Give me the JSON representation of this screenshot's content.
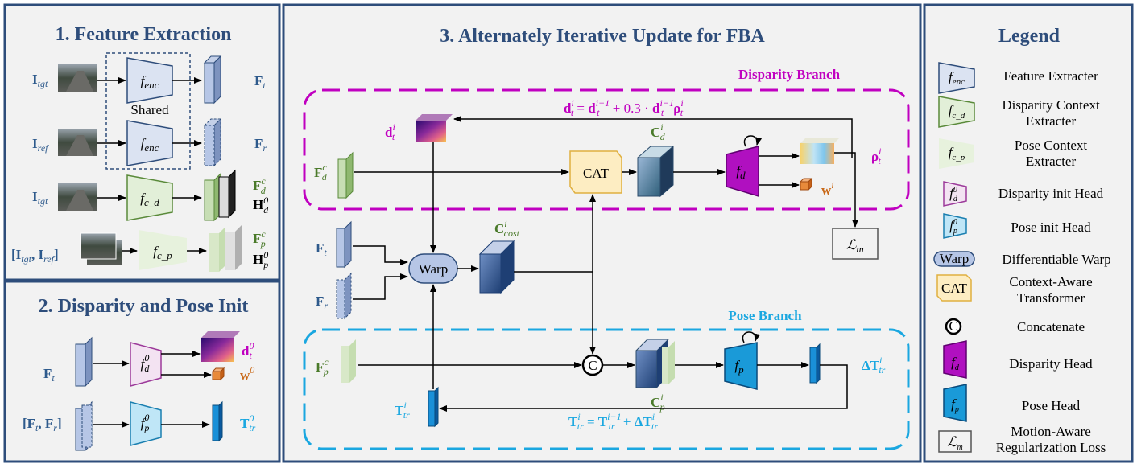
{
  "panels": {
    "feature_extraction": {
      "title": "1. Feature Extraction"
    },
    "pose_init": {
      "title": "2. Disparity and Pose Init"
    },
    "update": {
      "title": "3. Alternately Iterative Update for FBA"
    },
    "legend": {
      "title": "Legend"
    }
  },
  "feature_extraction": {
    "input_tgt": "I",
    "input_tgt_sub": "tgt",
    "input_ref": "I",
    "input_ref_sub": "ref",
    "input_pair": "[I",
    "input_pair_sub1": "tgt",
    "input_pair_mid": ", I",
    "input_pair_sub2": "ref",
    "input_pair_end": "]",
    "shared_label": "Shared",
    "f_enc": "f",
    "f_enc_sub": "enc",
    "f_cd": "f",
    "f_cd_sub": "c_d",
    "f_cp": "f",
    "f_cp_sub": "c_p",
    "out_Ft": "F",
    "out_Ft_sub": "t",
    "out_Fr": "F",
    "out_Fr_sub": "r",
    "out_Fdc": "F",
    "out_Fdc_sup": "c",
    "out_Fdc_sub": "d",
    "out_Hd0": "H",
    "out_Hd0_sup": "0",
    "out_Hd0_sub": "d",
    "out_Fpc": "F",
    "out_Fpc_sup": "c",
    "out_Fpc_sub": "p",
    "out_Hp0": "H",
    "out_Hp0_sup": "0",
    "out_Hp0_sub": "p"
  },
  "pose_init": {
    "in_Ft": "F",
    "in_Ft_sub": "t",
    "in_pair": "[F",
    "in_pair_sub1": "t",
    "in_pair_mid": ", F",
    "in_pair_sub2": "r",
    "in_pair_end": "]",
    "fd0": "f",
    "fd0_sup": "0",
    "fd0_sub": "d",
    "fp0": "f",
    "fp0_sup": "0",
    "fp0_sub": "p",
    "out_d0": "d",
    "out_d0_sup": "0",
    "out_d0_sub": "t",
    "out_w0": "w",
    "out_w0_sup": "0",
    "out_T0": "T",
    "out_T0_sup": "0",
    "out_T0_sub": "tr"
  },
  "update": {
    "disparity_branch": "Disparity Branch",
    "pose_branch": "Pose Branch",
    "disp_formula": "d",
    "disp_formula_full": "= d",
    "disp_formula_tail": "+ 0.3 · d",
    "pose_formula": "T",
    "cat_label": "CAT",
    "warp_label": "Warp",
    "concat_label": "C",
    "loss_label": "ℒ",
    "loss_sub": "m",
    "sym_dti": "d",
    "sym_Fdc": "F",
    "sym_Cd": "C",
    "sym_rho": "ρ",
    "sym_w": "w",
    "sym_Ft": "F",
    "sym_Fr": "F",
    "sym_Ccost": "C",
    "sym_Ccost_sub": "cost",
    "sym_Fpc": "F",
    "sym_Cp": "C",
    "sym_Ttr": "T",
    "sym_dT": "ΔT",
    "fd": "f",
    "fd_sub": "d",
    "fp": "f",
    "fp_sub": "p"
  },
  "legend": {
    "items": [
      {
        "symbol": "f_enc",
        "label": "Feature Extracter"
      },
      {
        "symbol": "f_c_d",
        "label": "Disparity Context Extracter"
      },
      {
        "symbol": "f_c_p",
        "label": "Pose Context Extracter"
      },
      {
        "symbol": "f_d^0",
        "label": "Disparity init Head"
      },
      {
        "symbol": "f_p^0",
        "label": "Pose init Head"
      },
      {
        "symbol": "Warp",
        "label": "Differentiable Warp"
      },
      {
        "symbol": "CAT",
        "label": "Context-Aware Transformer"
      },
      {
        "symbol": "C",
        "label": "Concatenate"
      },
      {
        "symbol": "f_d",
        "label": "Disparity Head"
      },
      {
        "symbol": "f_p",
        "label": "Pose Head"
      },
      {
        "symbol": "L_m",
        "label": "Motion-Aware Regularization Loss"
      }
    ],
    "line1": [
      "Feature Extracter",
      "Disparity Context",
      "Pose Context",
      "Disparity init Head",
      "Pose init Head",
      "Differentiable Warp",
      "Context-Aware",
      "Concatenate",
      "Disparity Head",
      "Pose Head",
      "Motion-Aware"
    ],
    "line2": [
      "",
      "Extracter",
      "Extracter",
      "",
      "",
      "",
      "Transformer",
      "",
      "",
      "",
      "Regularization Loss"
    ],
    "warp_sym": "Warp",
    "cat_sym": "CAT",
    "concat_sym": "C"
  },
  "colors": {
    "frame": "#2e4d7b",
    "panel_bg": "#f2f2f2",
    "disparity": "#c000c0",
    "pose": "#1aa7e0",
    "enc_fill": "#dbe3f2",
    "ctx_d_fill": "#e2efd8",
    "ctx_p_fill": "#e7f2dd",
    "head_d_fill": "#f3e3f2",
    "head_p_fill": "#bfe6f7",
    "warp_fill": "#b6c6e6",
    "cat_fill": "#fdedc2",
    "green_text": "#4a7a2a",
    "blue_text": "#2e5a8c",
    "orange": "#c96a1a"
  }
}
